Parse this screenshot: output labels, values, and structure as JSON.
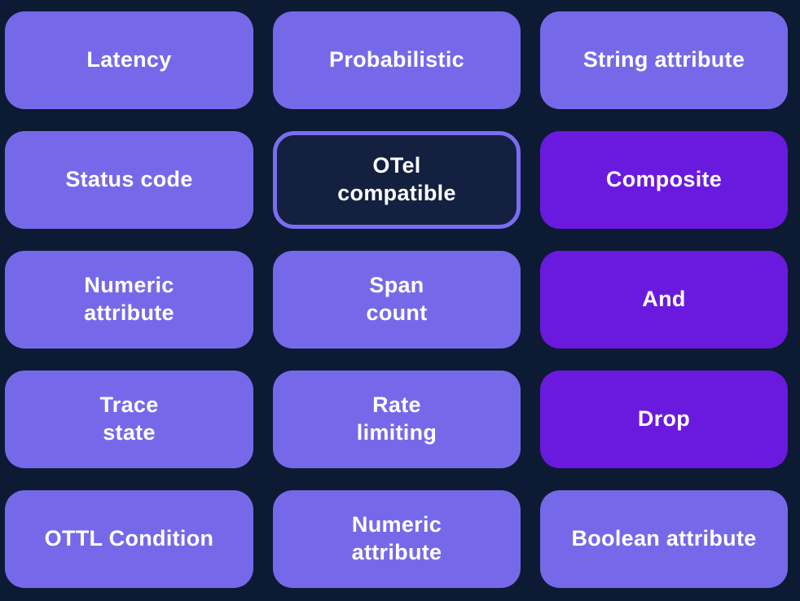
{
  "page": {
    "background": "#0d1a33",
    "description": "Grid of sampler/policy option cards"
  },
  "colors": {
    "card_light": "#7669e9",
    "card_vivid": "#6a1ade",
    "outlined_card_bg": "#13203f",
    "outlined_card_border": "#7b6cf2",
    "text": "#ffffff"
  },
  "cards": [
    {
      "id": "latency",
      "label": "Latency",
      "variant": "light",
      "selected": false
    },
    {
      "id": "probabilistic",
      "label": "Probabilistic",
      "variant": "light",
      "selected": false
    },
    {
      "id": "string-attribute",
      "label": "String attribute",
      "variant": "light",
      "selected": false
    },
    {
      "id": "status-code",
      "label": "Status code",
      "variant": "light",
      "selected": false
    },
    {
      "id": "otel-compatible",
      "label": "OTel\ncompatible",
      "variant": "outlined",
      "selected": true
    },
    {
      "id": "composite",
      "label": "Composite",
      "variant": "vivid",
      "selected": false
    },
    {
      "id": "numeric-attribute",
      "label": "Numeric\nattribute",
      "variant": "light",
      "selected": false
    },
    {
      "id": "span-count",
      "label": "Span\ncount",
      "variant": "light",
      "selected": false
    },
    {
      "id": "and",
      "label": "And",
      "variant": "vivid",
      "selected": false
    },
    {
      "id": "trace-state",
      "label": "Trace\nstate",
      "variant": "light",
      "selected": false
    },
    {
      "id": "rate-limiting",
      "label": "Rate\nlimiting",
      "variant": "light",
      "selected": false
    },
    {
      "id": "drop",
      "label": "Drop",
      "variant": "vivid",
      "selected": false
    },
    {
      "id": "ottl-condition",
      "label": "OTTL Condition",
      "variant": "light",
      "selected": false
    },
    {
      "id": "numeric-attribute-2",
      "label": "Numeric\nattribute",
      "variant": "light",
      "selected": false
    },
    {
      "id": "boolean-attribute",
      "label": "Boolean attribute",
      "variant": "light",
      "selected": false
    }
  ]
}
